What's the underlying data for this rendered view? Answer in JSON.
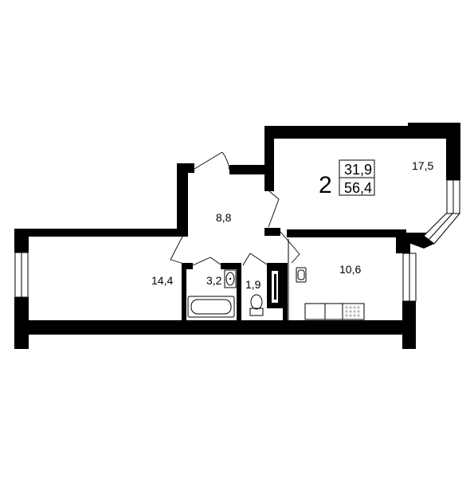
{
  "apartment": {
    "rooms_count": "2",
    "living_area": "31,9",
    "total_area": "56,4"
  },
  "rooms": {
    "living_large": "17,5",
    "hall": "8,8",
    "living_small": "14,4",
    "bathroom": "3,2",
    "toilet": "1,9",
    "kitchen": "10,6"
  },
  "colors": {
    "wall": "#000000",
    "background": "#ffffff",
    "fixtures": "#b9b9b9"
  }
}
